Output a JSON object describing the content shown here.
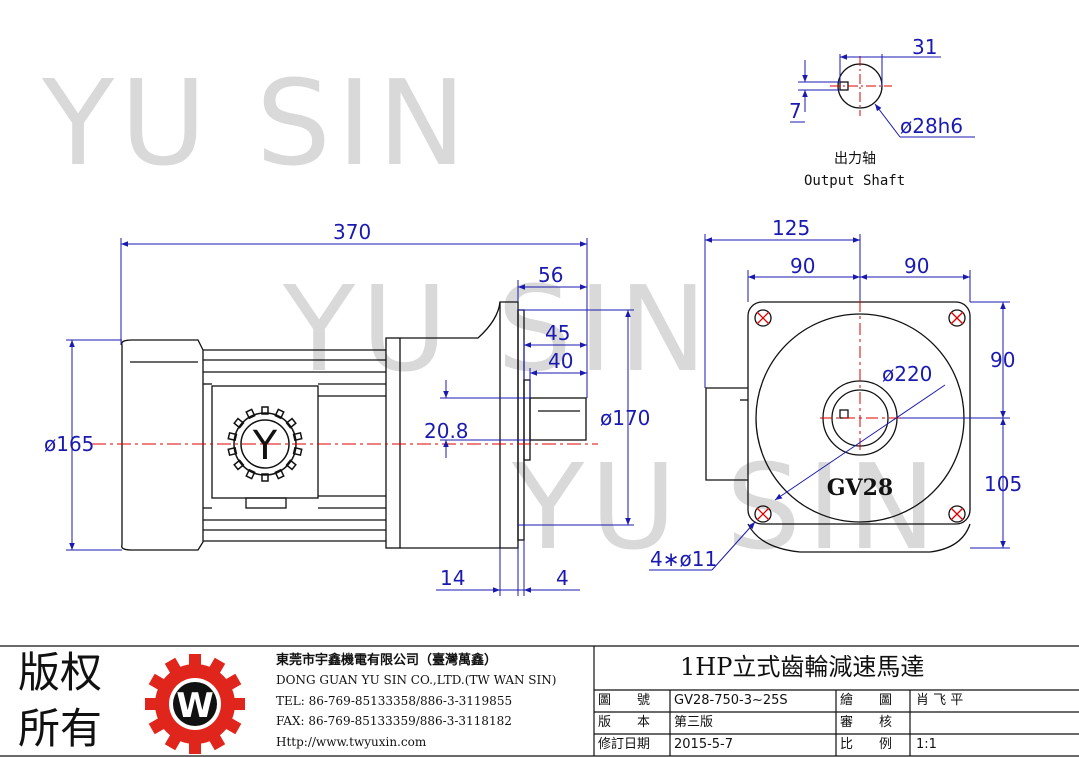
{
  "watermark_text": "YU SIN",
  "dimensions": {
    "length_370": "370",
    "len_56": "56",
    "len_45": "45",
    "len_40": "40",
    "dia_165": "ø165",
    "dia_170": "ø170",
    "shaft_20_8": "20.8",
    "len_14": "14",
    "len_4": "4",
    "w_125": "125",
    "w_90_left": "90",
    "w_90_right": "90",
    "h_90": "90",
    "h_105": "105",
    "dia_220": "ø220",
    "holes": "4∗ø11",
    "key_31": "31",
    "key_7": "7",
    "shaft_dia": "ø28h6"
  },
  "shaft_label": {
    "zh": "出力轴",
    "en": "Output Shaft"
  },
  "gearbox_mark": "GV28",
  "motor_logo_letter": "Y",
  "title_block": {
    "copyright_line1": "版权",
    "copyright_line2": "所有",
    "logo_letter": "W",
    "company_zh": "東莞市宇鑫機電有限公司（臺灣萬鑫）",
    "company_en": "DONG GUAN YU SIN CO.,LTD.(TW WAN SIN)",
    "tel": "TEL: 86-769-85133358/886-3-3119855",
    "fax": "FAX: 86-769-85133359/886-3-3118182",
    "url": "Http://www.twyuxin.com",
    "product_title": "1HP立式齒輪減速馬達",
    "rows": [
      {
        "k1": "圖　　號",
        "v1": "GV28-750-3~25S",
        "k2": "繪　　圖",
        "v2": "肖 飞 平"
      },
      {
        "k1": "版　　本",
        "v1": "第三版",
        "k2": "審　　核",
        "v2": ""
      },
      {
        "k1": "修訂日期",
        "v1": "2015-5-7",
        "k2": "比　　例",
        "v2": "1:1"
      }
    ]
  }
}
